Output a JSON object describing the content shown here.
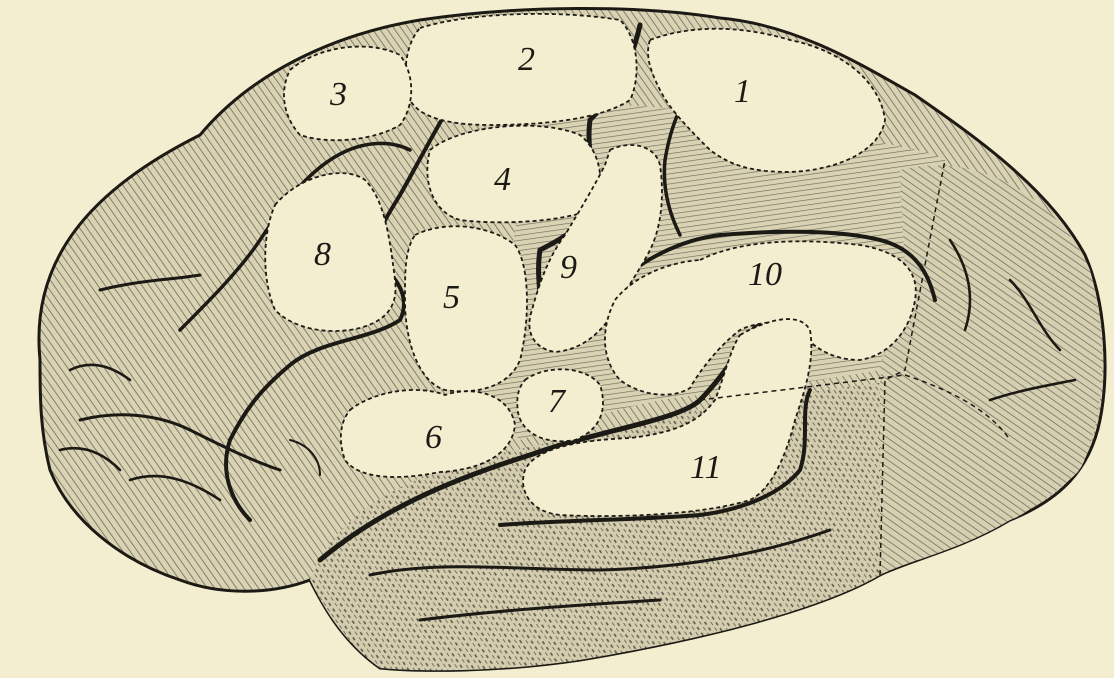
{
  "figure": {
    "background_color": "#f4eed0",
    "brain_fill_color": "#d9d3b4",
    "hatch_line_color": "#6e6a5a",
    "outline_color": "#1c1a14",
    "region_fill_color": "#f4eed0",
    "regions": [
      {
        "id": "region-1",
        "label": "1"
      },
      {
        "id": "region-2",
        "label": "2"
      },
      {
        "id": "region-3",
        "label": "3"
      },
      {
        "id": "region-4",
        "label": "4"
      },
      {
        "id": "region-5",
        "label": "5"
      },
      {
        "id": "region-6",
        "label": "6"
      },
      {
        "id": "region-7",
        "label": "7"
      },
      {
        "id": "region-8",
        "label": "8"
      },
      {
        "id": "region-9",
        "label": "9"
      },
      {
        "id": "region-10",
        "label": "10"
      },
      {
        "id": "region-11",
        "label": "11"
      }
    ]
  }
}
